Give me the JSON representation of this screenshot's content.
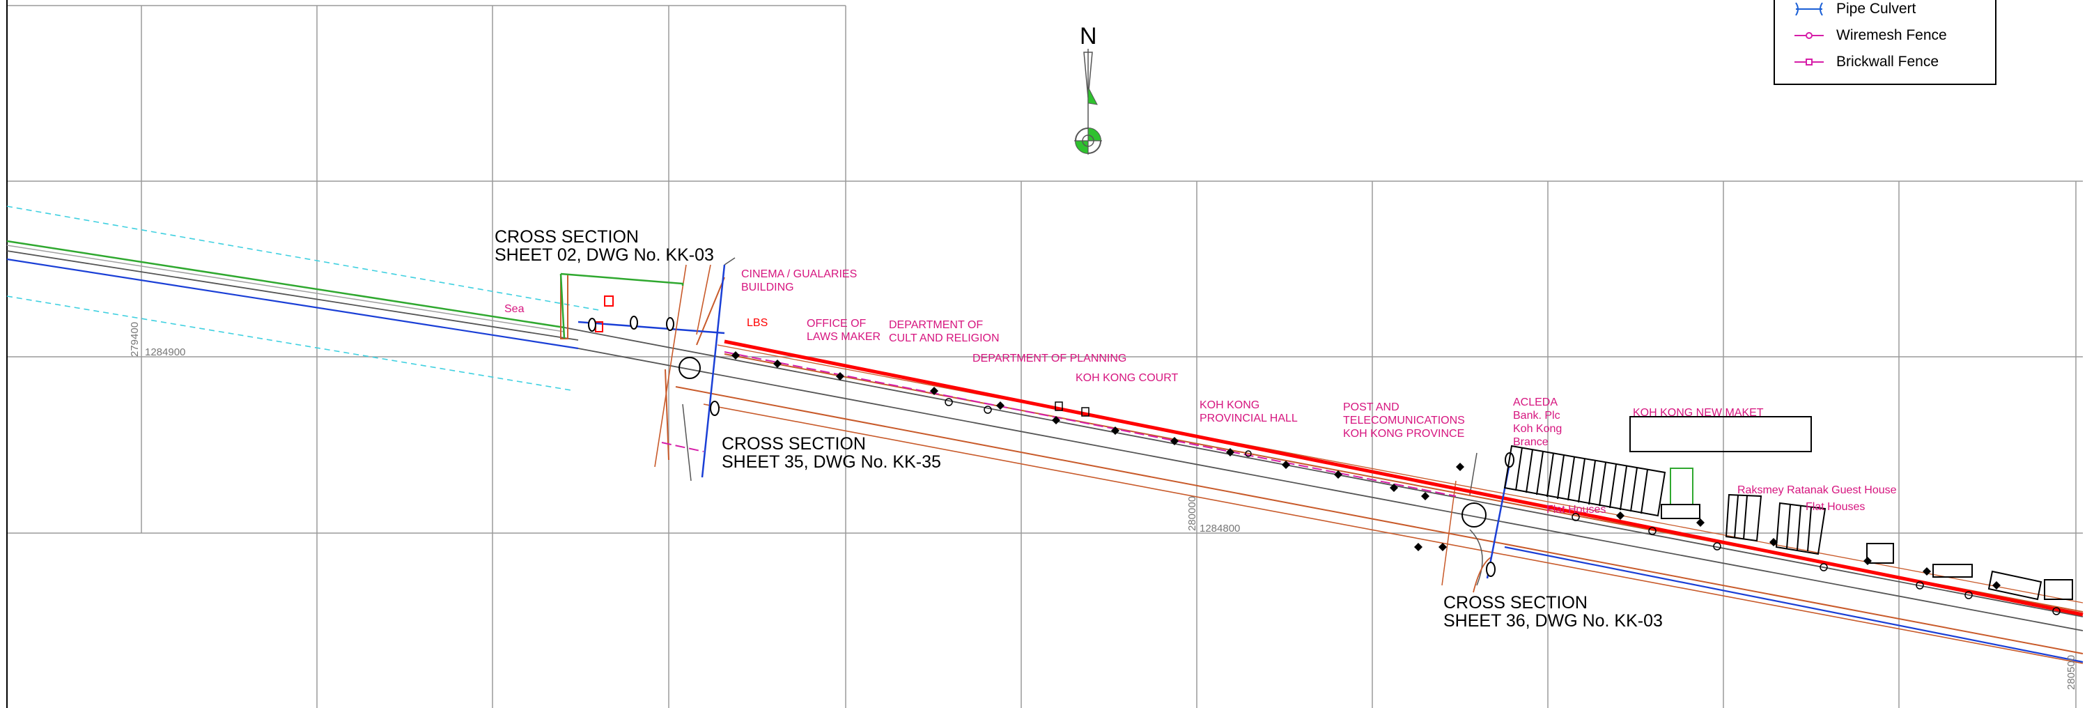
{
  "north_label": "N",
  "legend": {
    "items": [
      {
        "label": "Pipe Culvert",
        "color": "#1a5fd6",
        "symbol": "pipe-culvert-icon"
      },
      {
        "label": "Wiremesh Fence",
        "color": "#d61ea8",
        "symbol": "wiremesh-fence-icon"
      },
      {
        "label": "Brickwall Fence",
        "color": "#d61ea8",
        "symbol": "brickwall-fence-icon"
      }
    ]
  },
  "grid_labels": {
    "x1": "279400",
    "y1": "1284900",
    "x2": "280000",
    "y2": "1284800",
    "x3": "280500"
  },
  "cross_sections": [
    {
      "line1": "CROSS SECTION",
      "line2": "SHEET 02, DWG No. KK-03"
    },
    {
      "line1": "CROSS SECTION",
      "line2": "SHEET 35, DWG No. KK-35"
    },
    {
      "line1": "CROSS SECTION",
      "line2": "SHEET 36, DWG No. KK-03"
    }
  ],
  "places": {
    "sea": "Sea",
    "lbs": "LBS",
    "cinema": [
      "CINEMA / GUALARIES",
      "BUILDING"
    ],
    "office_law": [
      "OFFICE OF",
      "LAWS MAKER"
    ],
    "dept_cult": [
      "DEPARTMENT OF",
      "CULT AND RELIGION"
    ],
    "dept_planning": "DEPARTMENT OF PLANNING",
    "court": "KOH KONG COURT",
    "provincial_hall": [
      "KOH KONG",
      "PROVINCIAL HALL"
    ],
    "post": [
      "POST AND",
      "TELECOMUNICATIONS",
      "KOH KONG PROVINCE"
    ],
    "acleda": [
      "ACLEDA",
      "Bank. Plc",
      "Koh Kong",
      "Brance"
    ],
    "new_market": "KOH KONG NEW MAKET",
    "flat_houses_1": "Flat Houses",
    "raksmey": "Raksmey Ratanak Guest House",
    "flat_houses_2": "Flat Houses"
  },
  "colors": {
    "grid": "#9a9a9a",
    "road_edge": "#c85a2a",
    "proposed_alignment": "#ff0000",
    "culvert": "#1a3fd6",
    "fence": "#d61ea8",
    "shoreline": "#3fd0e0",
    "label_magenta": "#d6157f"
  }
}
